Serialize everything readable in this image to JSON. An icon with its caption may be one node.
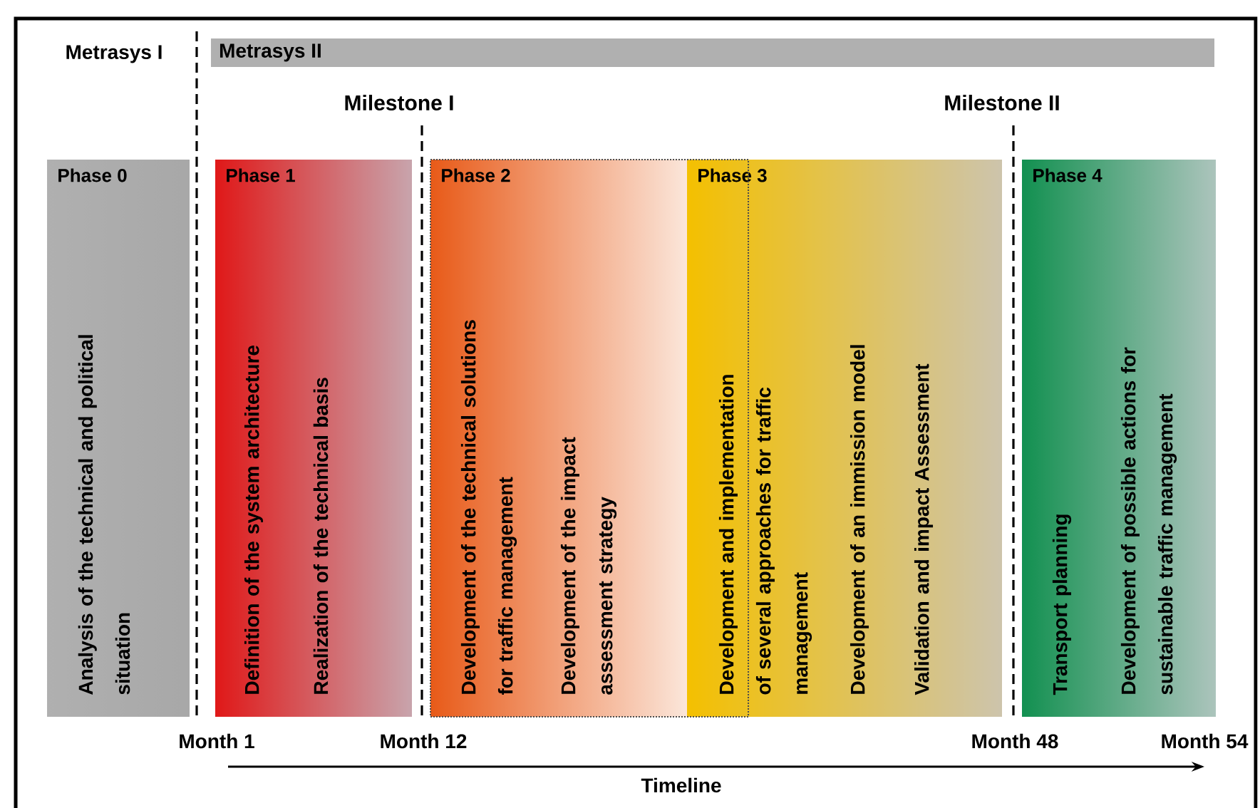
{
  "diagram": {
    "nodes": [
      {
        "text": [
          "Metrasys II"
        ]
      },
      {
        "text": [
          "Phase 0",
          "Analysis of the technical and political situation"
        ]
      },
      {
        "text": [
          "Phase 1",
          "Definition of the system architecture",
          "Realization of the technical basis"
        ]
      },
      {
        "text": [
          "Phase 2",
          "Development of the technical solutions for traffic management",
          "Development of the impact assessment strategy"
        ]
      },
      {
        "text": [
          "Phase 3",
          "Development and implementation of several approaches for traffic management",
          "Development of an immission model",
          "Validation and impact Assessment"
        ]
      },
      {
        "text": [
          "Phase 4",
          "Transport planning",
          "Development of possible actions for sustainable traffic management"
        ]
      }
    ],
    "labels": [
      "Metrasys I",
      "Milestone I",
      "Milestone II",
      "Month 1",
      "Month 12",
      "Month 48",
      "Month 54",
      "Timeline"
    ]
  }
}
